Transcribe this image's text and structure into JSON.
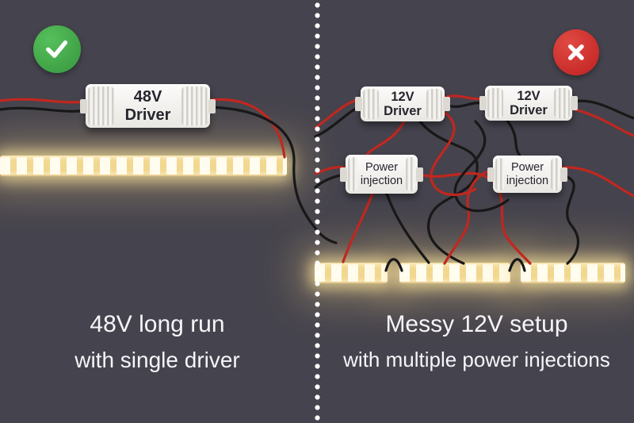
{
  "colors": {
    "background": "#45434d",
    "divider_dot": "#ffffff",
    "check_badge": "#37963e",
    "x_badge": "#c02020",
    "wire_red": "#c0271f",
    "wire_black": "#181818",
    "led_glow": "#ffe6ae",
    "device_body": "#f2f1ee",
    "device_text": "#26262e",
    "caption_text": "#f7f5f9"
  },
  "left_panel": {
    "badge": "checkmark",
    "driver_label": "48V Driver",
    "caption_line1": "48V long run",
    "caption_line2": "with single driver"
  },
  "right_panel": {
    "badge": "cross",
    "driver1_label": "12V Driver",
    "driver2_label": "12V Driver",
    "injection1_line1": "Power",
    "injection1_line2": "injection",
    "injection2_line1": "Power",
    "injection2_line2": "injection",
    "caption_line1": "Messy 12V setup",
    "caption_line2": "with multiple power injections"
  }
}
